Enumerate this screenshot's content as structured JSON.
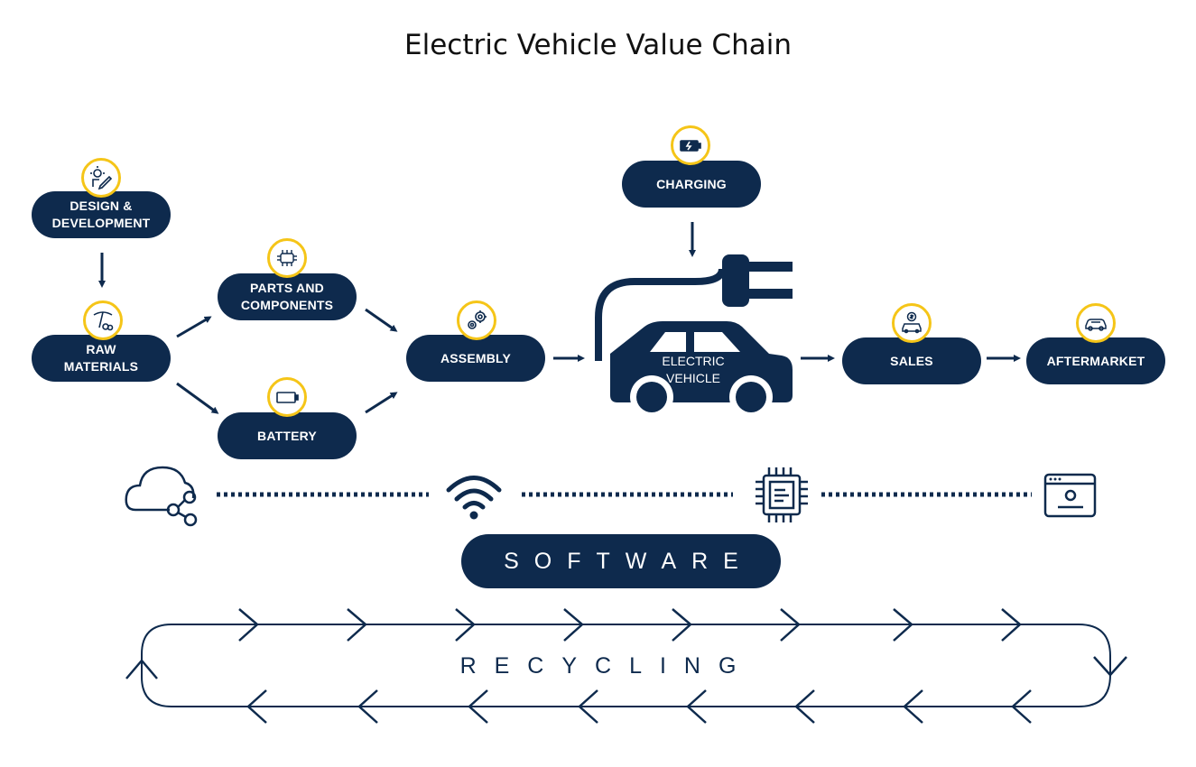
{
  "title": "Electric Vehicle Value Chain",
  "nodes": {
    "design": {
      "label": "DESIGN &\nDEVELOPMENT",
      "icon": "lightbulb-pencil-icon"
    },
    "raw": {
      "label": "RAW\nMATERIALS",
      "icon": "pickaxe-icon"
    },
    "parts": {
      "label": "PARTS AND\nCOMPONENTS",
      "icon": "chip-icon"
    },
    "battery": {
      "label": "BATTERY",
      "icon": "battery-icon"
    },
    "assembly": {
      "label": "ASSEMBLY",
      "icon": "gears-icon"
    },
    "charging": {
      "label": "CHARGING",
      "icon": "battery-charging-icon"
    },
    "ev": {
      "label": "ELECTRIC\nVEHICLE",
      "icon": "plug-car-icon"
    },
    "sales": {
      "label": "SALES",
      "icon": "car-dollar-icon"
    },
    "aftermarket": {
      "label": "AFTERMARKET",
      "icon": "car-outline-icon"
    }
  },
  "software": {
    "label": "SOFTWARE",
    "icons": [
      "cloud-share-icon",
      "wifi-icon",
      "processor-icon",
      "browser-gear-icon"
    ]
  },
  "recycling": {
    "label": "RECYCLING"
  },
  "colors": {
    "navy": "#0e2a4d",
    "accent": "#f5c518",
    "background": "#ffffff"
  }
}
